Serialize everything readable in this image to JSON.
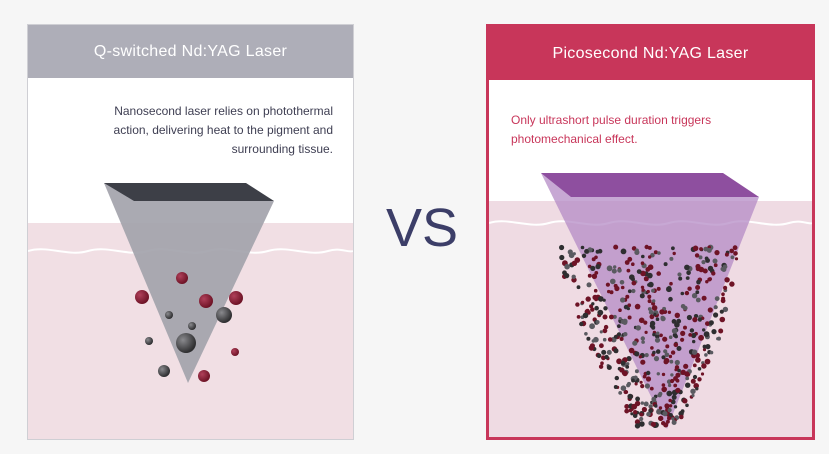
{
  "left": {
    "title": "Q-switched Nd:YAG Laser",
    "description": "Nanosecond laser relies on photothermal action, delivering heat to the pigment and surrounding tissue."
  },
  "right": {
    "title": "Picosecond Nd:YAG Laser",
    "description": "Only ultrashort pulse duration triggers photomechanical effect."
  },
  "vs_label": "VS",
  "colors": {
    "left_header": "#aeaeb8",
    "right_accent": "#c8365a",
    "skin": "#f1dfe4",
    "vs_text": "#3c3e68",
    "left_beam": "#a3a3ab",
    "right_beam": "#b48bc5",
    "right_beam_top": "#8e4f9f",
    "pigment_dark": "#6e1326",
    "pigment_black": "#2e2e30"
  }
}
